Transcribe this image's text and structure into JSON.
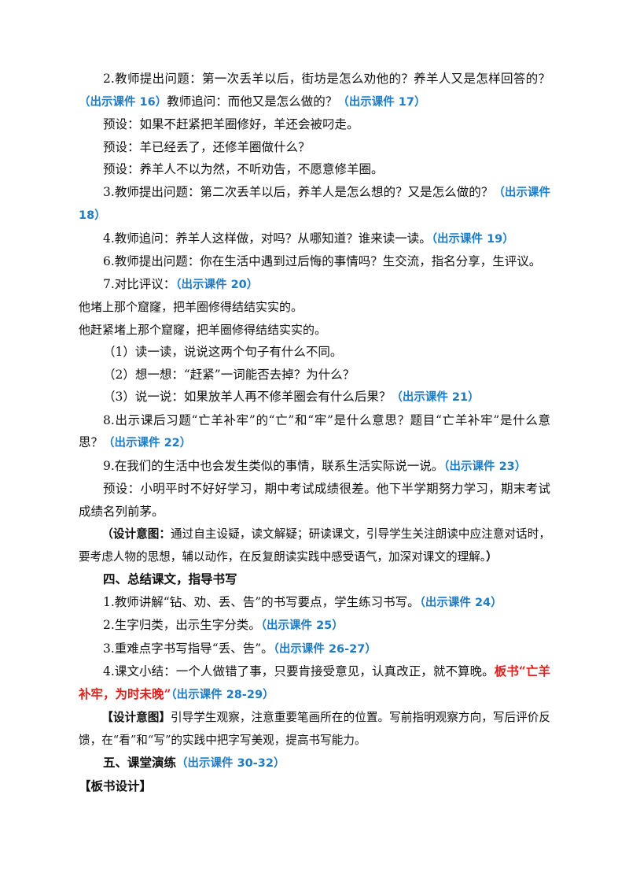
{
  "paragraphs": {
    "p1": {
      "text": "2.教师提出问题：第一次丢羊以后，街坊是怎么劝他的？养羊人又是怎样回答的？",
      "c1": "（出示课件 16）",
      "mid": "教师追问：而他又是怎么做的？",
      "c2": "（出示课件 17）"
    },
    "p2": "预设：如果不赶紧把羊圈修好，羊还会被叼走。",
    "p3": "预设：羊已经丢了，还修羊圈做什么？",
    "p4": "预设：养羊人不以为然，不听劝告，不愿意修羊圈。",
    "p5": {
      "text": "3.教师提出问题：第二次丢羊以后，养羊人是怎么想的？又是怎么做的？",
      "c1": "（出示课件 18）"
    },
    "p6": {
      "text": "4.教师追问：养羊人这样做，对吗？从哪知道？谁来读一读。",
      "c1": "（出示课件 19）"
    },
    "p7": "6.教师提出问题：你在生活中遇到过后悔的事情吗？生交流，指名分享，生评议。",
    "p8": {
      "text": "7.对比评议：",
      "c1": "（出示课件 20）"
    },
    "q1": "他堵上那个窟窿，把羊圈修得结结实实的。",
    "q2": "他赶紧堵上那个窟窿，把羊圈修得结结实实的。",
    "p9": "（1）读一读，说说这两个句子有什么不同。",
    "p10": "（2）想一想：“赶紧”一词能否去掉？为什么？",
    "p11": {
      "text": "（3）说一说：如果放羊人再不修羊圈会有什么后果？",
      "c1": "（出示课件 21）"
    },
    "p12": {
      "text": "8.出示课后习题“亡羊补牢”的“亡”和“牢”是什么意思？题目“亡羊补牢”是什么意思？",
      "c1": "（出示课件 22）"
    },
    "p13": {
      "text": "9.在我们的生活中也会发生类似的事情，联系生活实际说一说。",
      "c1": "（出示课件 23）"
    },
    "p14": "预设：小明平时不好好学习，期中考试成绩很差。他下半学期努力学习，期末考试成绩名列前茅。",
    "d1": {
      "label": "（设计意图：",
      "text": "通过自主设疑，读文解疑；研读课文，引导学生关注朗读中应注意对话时，要考虑人物的思想，辅以动作，在反复朗读实践中感受语气，加深对课文的理解。",
      "end": "）"
    },
    "h4": "四、总结课文，指导书写",
    "p15": {
      "text": "1.教师讲解“钻、劝、丢、告”的书写要点，学生练习书写。",
      "c1": "（出示课件 24）"
    },
    "p16": {
      "text": "2.生字归类，出示生字分类。",
      "c1": "（出示课件 25）"
    },
    "p17": {
      "text": "3.重难点字书写指导“丢、告”。",
      "c1": "（出示课件 26-27）"
    },
    "p18": {
      "text": "4.课文小结：一个人做错了事，只要肯接受意见，认真改正，就不算晚。",
      "red": "板书“亡羊补牢，为时未晚”",
      "c1": "（出示课件 28-29）"
    },
    "d2": {
      "label": "【设计意图】",
      "text": "引导学生观察，注意重要笔画所在的位置。写前指明观察方向，写后评价反馈，在“看”和“写”的实践中把字写美观，提高书写能力。"
    },
    "h5": {
      "text": "五、课堂演练",
      "c1": "（出示课件 30-32）"
    },
    "board": "【板书设计】"
  }
}
